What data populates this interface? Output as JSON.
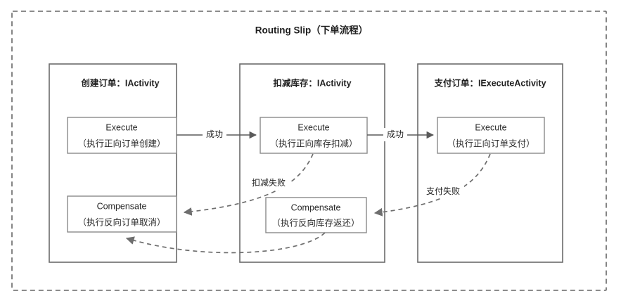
{
  "diagram": {
    "title": "Routing Slip（下单流程）",
    "type": "flow-diagram",
    "panels": [
      {
        "id": "create-order",
        "title": "创建订单：IActivity",
        "execute": {
          "name": "Execute",
          "desc": "（执行正向订单创建）"
        },
        "compensate": {
          "name": "Compensate",
          "desc": "（执行反向订单取消）"
        }
      },
      {
        "id": "deduct-stock",
        "title": "扣减库存：IActivity",
        "execute": {
          "name": "Execute",
          "desc": "（执行正向库存扣减）"
        },
        "compensate": {
          "name": "Compensate",
          "desc": "（执行反向库存返还）"
        }
      },
      {
        "id": "pay-order",
        "title": "支付订单：IExecuteActivity",
        "execute": {
          "name": "Execute",
          "desc": "（执行正向订单支付）"
        },
        "compensate": null
      }
    ],
    "edges": {
      "success_1": "成功",
      "success_2": "成功",
      "fail_stock": "扣减失败",
      "fail_pay": "支付失败"
    },
    "colors": {
      "frame_stroke": "#666666",
      "panel_stroke": "#6b6b6b",
      "step_stroke": "#8a8a8a",
      "solid_edge": "#5a5a5a",
      "dashed_edge": "#6e6e6e",
      "text": "#1f1f1f",
      "background": "#ffffff"
    }
  }
}
